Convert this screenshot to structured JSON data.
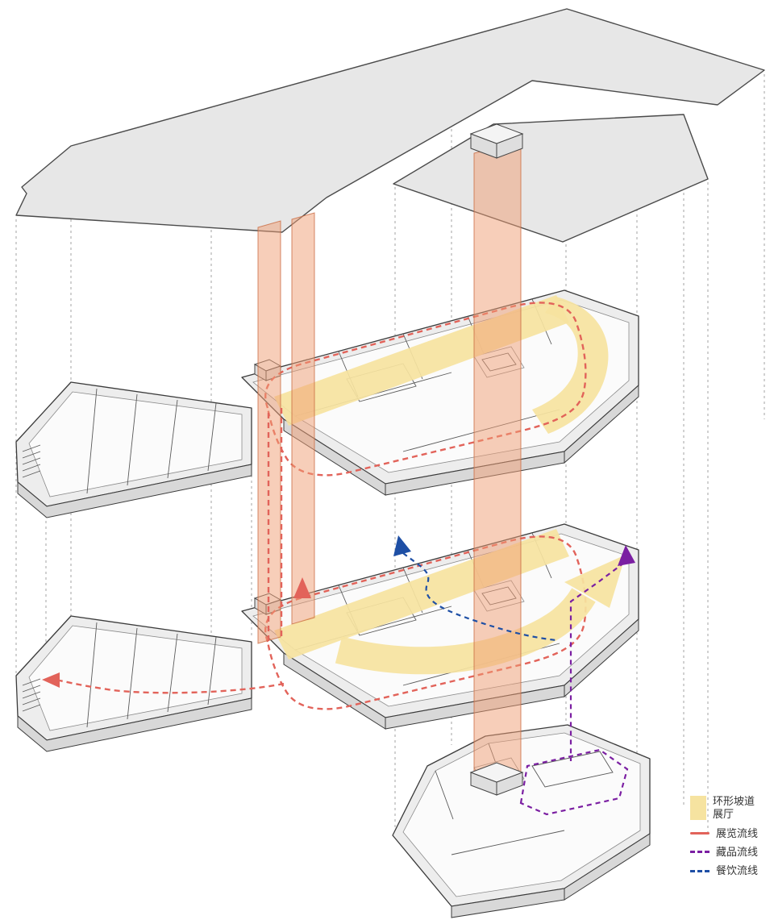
{
  "legend": {
    "items": [
      {
        "type": "area",
        "lines": [
          "环形坡道",
          "展厅"
        ],
        "color": "#F6E3A0"
      },
      {
        "type": "line",
        "label": "展览流线",
        "color": "#E2635A",
        "line_style": "dashed"
      },
      {
        "type": "line",
        "label": "藏品流线",
        "color": "#7B1FA2",
        "line_style": "dashed"
      },
      {
        "type": "line",
        "label": "餐饮流线",
        "color": "#1E4FA5",
        "line_style": "dashed"
      }
    ]
  },
  "colors": {
    "ramp_hall_fill": "#F6E3A0",
    "exhibition_route": "#E2635A",
    "collection_route": "#7B1FA2",
    "dining_route": "#1E4FA5",
    "vertical_shaft": "#F09E74",
    "floor_plate": "#EDEDED",
    "roof_plate": "#E7E7E7",
    "projection_line": "#A3A3A3"
  }
}
